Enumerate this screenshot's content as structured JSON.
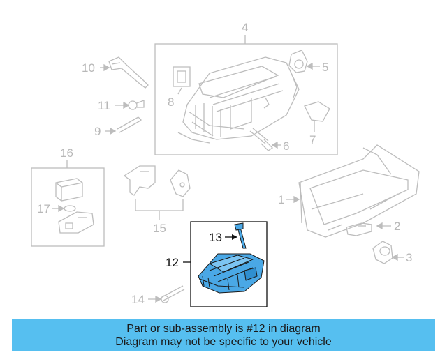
{
  "callouts": {
    "c1": "1",
    "c2": "2",
    "c3": "3",
    "c4": "4",
    "c5": "5",
    "c6": "6",
    "c7": "7",
    "c8": "8",
    "c9": "9",
    "c10": "10",
    "c11": "11",
    "c12": "12",
    "c13": "13",
    "c14": "14",
    "c15": "15",
    "c16": "16",
    "c17": "17"
  },
  "highlighted_part": "12",
  "colors": {
    "banner": "#56bff0",
    "highlight_part": "#4aa8e6",
    "line_art": "#bdbdbd",
    "callout_active": "#111111"
  },
  "banner": {
    "line1": "Part or sub-assembly is #12 in diagram",
    "line2": "Diagram may not be specific to your vehicle"
  }
}
